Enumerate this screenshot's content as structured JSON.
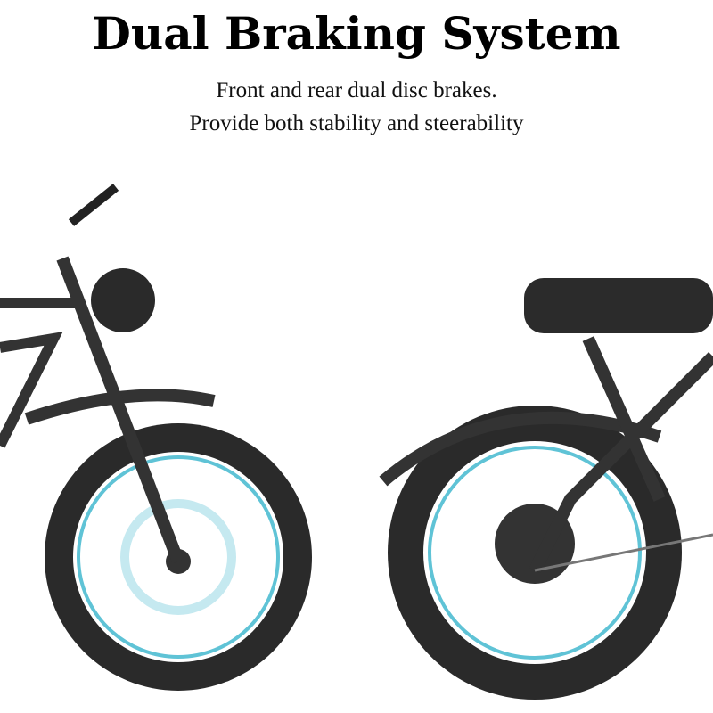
{
  "title": "Dual Braking System",
  "subtitle_line1": "Front and rear dual disc brakes.",
  "subtitle_line2": "Provide both stability and steerability"
}
